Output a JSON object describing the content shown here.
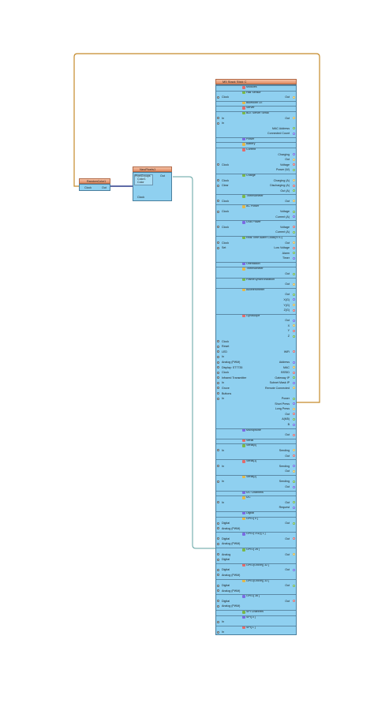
{
  "colors": {
    "wire_orange": "#c58a2a",
    "wire_teal": "#5fa2a0",
    "wire_blue": "#2a3a8a",
    "block_body": "#8fd0f0",
    "title": "#e08a62"
  },
  "random_block": {
    "title": "RandomColor1",
    "clock": "Clock",
    "out": "Out"
  },
  "neo_block": {
    "title": "NeoPixels1",
    "pixel_groups": "PixelGroups",
    "color1": "Color1",
    "color2": "Color",
    "out": "Out",
    "clock": "Clock"
  },
  "m5": {
    "title": "M5 Stack Stick C",
    "sections": [
      {
        "kind": "h",
        "text": "Modules"
      },
      {
        "kind": "h",
        "text": "Hall Sensor"
      },
      {
        "kind": "lr",
        "l": "Clock",
        "r": "Out"
      },
      {
        "kind": "h",
        "text": "Bluetooth LE"
      },
      {
        "kind": "h",
        "text": "Server"
      },
      {
        "kind": "h",
        "text": "BLE Server Serial"
      },
      {
        "kind": "lr",
        "l": "In",
        "r": "Out"
      },
      {
        "kind": "l",
        "l": "In"
      },
      {
        "kind": "r",
        "r": "MAC Address"
      },
      {
        "kind": "r",
        "r": "Connected Count"
      },
      {
        "kind": "h",
        "text": "Power"
      },
      {
        "kind": "h",
        "text": "Battery"
      },
      {
        "kind": "h",
        "text": "Current"
      },
      {
        "kind": "r",
        "r": "Charging"
      },
      {
        "kind": "r",
        "r": "Out"
      },
      {
        "kind": "lr",
        "l": "Clock",
        "r": "Voltage"
      },
      {
        "kind": "r",
        "r": "Power (W)"
      },
      {
        "kind": "h",
        "text": "Charge"
      },
      {
        "kind": "lr",
        "l": "Clock",
        "r": "Charging (A)"
      },
      {
        "kind": "lr",
        "l": "Clear",
        "r": "Discharging (A)"
      },
      {
        "kind": "r",
        "r": "Out (A)"
      },
      {
        "kind": "h",
        "text": "Thermometer"
      },
      {
        "kind": "lr",
        "l": "Clock",
        "r": "Out"
      },
      {
        "kind": "h",
        "text": "AC Power"
      },
      {
        "kind": "lr",
        "l": "Clock",
        "r": "Voltage"
      },
      {
        "kind": "r",
        "r": "Current (A)"
      },
      {
        "kind": "h",
        "text": "USB Power"
      },
      {
        "kind": "lr",
        "l": "Clock",
        "r": "Voltage"
      },
      {
        "kind": "r",
        "r": "Current (A)"
      },
      {
        "kind": "h",
        "text": "Real Time Alarm Clock(RTC)"
      },
      {
        "kind": "lr",
        "l": "Clock",
        "r": "Out"
      },
      {
        "kind": "lr",
        "l": "Set",
        "r": "Low Voltage"
      },
      {
        "kind": "r",
        "r": "Alarm"
      },
      {
        "kind": "r",
        "r": "Timer"
      },
      {
        "kind": "h",
        "text": "Orientation"
      },
      {
        "kind": "h",
        "text": "Thermometer"
      },
      {
        "kind": "r",
        "r": "Out"
      },
      {
        "kind": "h",
        "text": "FrameSynchronization"
      },
      {
        "kind": "r",
        "r": "Out"
      },
      {
        "kind": "h",
        "text": "Accelerometer"
      },
      {
        "kind": "r",
        "r": "Out"
      },
      {
        "kind": "r",
        "r": "X(G)"
      },
      {
        "kind": "r",
        "r": "Y(G)"
      },
      {
        "kind": "r",
        "r": "Z(G)"
      },
      {
        "kind": "h",
        "text": "Gyroscope"
      },
      {
        "kind": "r",
        "r": "Out"
      },
      {
        "kind": "r",
        "r": "X"
      },
      {
        "kind": "r",
        "r": "Y"
      },
      {
        "kind": "r",
        "r": "Z"
      },
      {
        "kind": "l",
        "l": "Clock"
      },
      {
        "kind": "l",
        "l": "Reset"
      },
      {
        "kind": "lr",
        "l": "LED",
        "r": "WiFi"
      },
      {
        "kind": "l",
        "l": "In"
      },
      {
        "kind": "lr",
        "l": "Analog (PWM)",
        "r": "Address"
      },
      {
        "kind": "lr",
        "l": "Display: ST7735",
        "r": "MAC"
      },
      {
        "kind": "lr",
        "l": "Clock",
        "r": "BSSID"
      },
      {
        "kind": "lr",
        "l": "Infrared Transmitter",
        "r": "Gateway IP"
      },
      {
        "kind": "lr",
        "l": "In",
        "r": "Subnet Mask IP"
      },
      {
        "kind": "lr",
        "l": "Grove",
        "r": "Remote Connected"
      },
      {
        "kind": "lr",
        "l": "Buttons",
        "r": ""
      },
      {
        "kind": "lr",
        "l": "In",
        "r": "Power"
      },
      {
        "kind": "r",
        "r": "Short Press"
      },
      {
        "kind": "r",
        "r": "Long Press"
      },
      {
        "kind": "r",
        "r": "Out"
      },
      {
        "kind": "r",
        "r": "A(M5)"
      },
      {
        "kind": "r",
        "r": "B"
      },
      {
        "kind": "h",
        "text": "Microphone"
      },
      {
        "kind": "r",
        "r": "Out"
      },
      {
        "kind": "h",
        "text": "Serial"
      },
      {
        "kind": "h",
        "text": "Serial[0]"
      },
      {
        "kind": "lr",
        "l": "In",
        "r": "Sending"
      },
      {
        "kind": "r",
        "r": "Out"
      },
      {
        "kind": "h",
        "text": "Serial[1]"
      },
      {
        "kind": "lr",
        "l": "In",
        "r": "Sending"
      },
      {
        "kind": "r",
        "r": "Out"
      },
      {
        "kind": "h",
        "text": "Serial[2]"
      },
      {
        "kind": "lr",
        "l": "In",
        "r": "Sending"
      },
      {
        "kind": "r",
        "r": "Out"
      },
      {
        "kind": "h",
        "text": "I2C Channels"
      },
      {
        "kind": "h",
        "text": "I2C"
      },
      {
        "kind": "lr",
        "l": "In",
        "r": "Out"
      },
      {
        "kind": "r",
        "r": "Request"
      },
      {
        "kind": "h",
        "text": "Digital"
      },
      {
        "kind": "h",
        "text": "GPIO[ 0 ]"
      },
      {
        "kind": "lr",
        "l": "Digital",
        "r": "Out"
      },
      {
        "kind": "l",
        "l": "Analog (PWM)"
      },
      {
        "kind": "h",
        "text": "GPIO(TXD)[ 1 ]"
      },
      {
        "kind": "lr",
        "l": "Digital",
        "r": "Out"
      },
      {
        "kind": "l",
        "l": "Analog (PWM)"
      },
      {
        "kind": "h",
        "text": "GPIO[ 26 ]"
      },
      {
        "kind": "lr",
        "l": "Analog",
        "r": "Out"
      },
      {
        "kind": "l",
        "l": "Digital"
      },
      {
        "kind": "h",
        "text": "GPIO(Grove)[ 32 ]"
      },
      {
        "kind": "lr",
        "l": "Digital",
        "r": "Out"
      },
      {
        "kind": "l",
        "l": "Analog (PWM)"
      },
      {
        "kind": "h",
        "text": "GPIO(Grove)[ 33 ]"
      },
      {
        "kind": "lr",
        "l": "Digital",
        "r": "Out"
      },
      {
        "kind": "l",
        "l": "Analog (PWM)"
      },
      {
        "kind": "h",
        "text": "GPIO[ 36 ]"
      },
      {
        "kind": "lr",
        "l": "Digital",
        "r": "Out"
      },
      {
        "kind": "l",
        "l": "Analog (PWM)"
      },
      {
        "kind": "h",
        "text": "SPI Channels"
      },
      {
        "kind": "h",
        "text": "SPI[ 0 ]"
      },
      {
        "kind": "l",
        "l": "In"
      },
      {
        "kind": "h",
        "text": "SPI[ 1 ]"
      },
      {
        "kind": "l",
        "l": "In"
      }
    ]
  }
}
